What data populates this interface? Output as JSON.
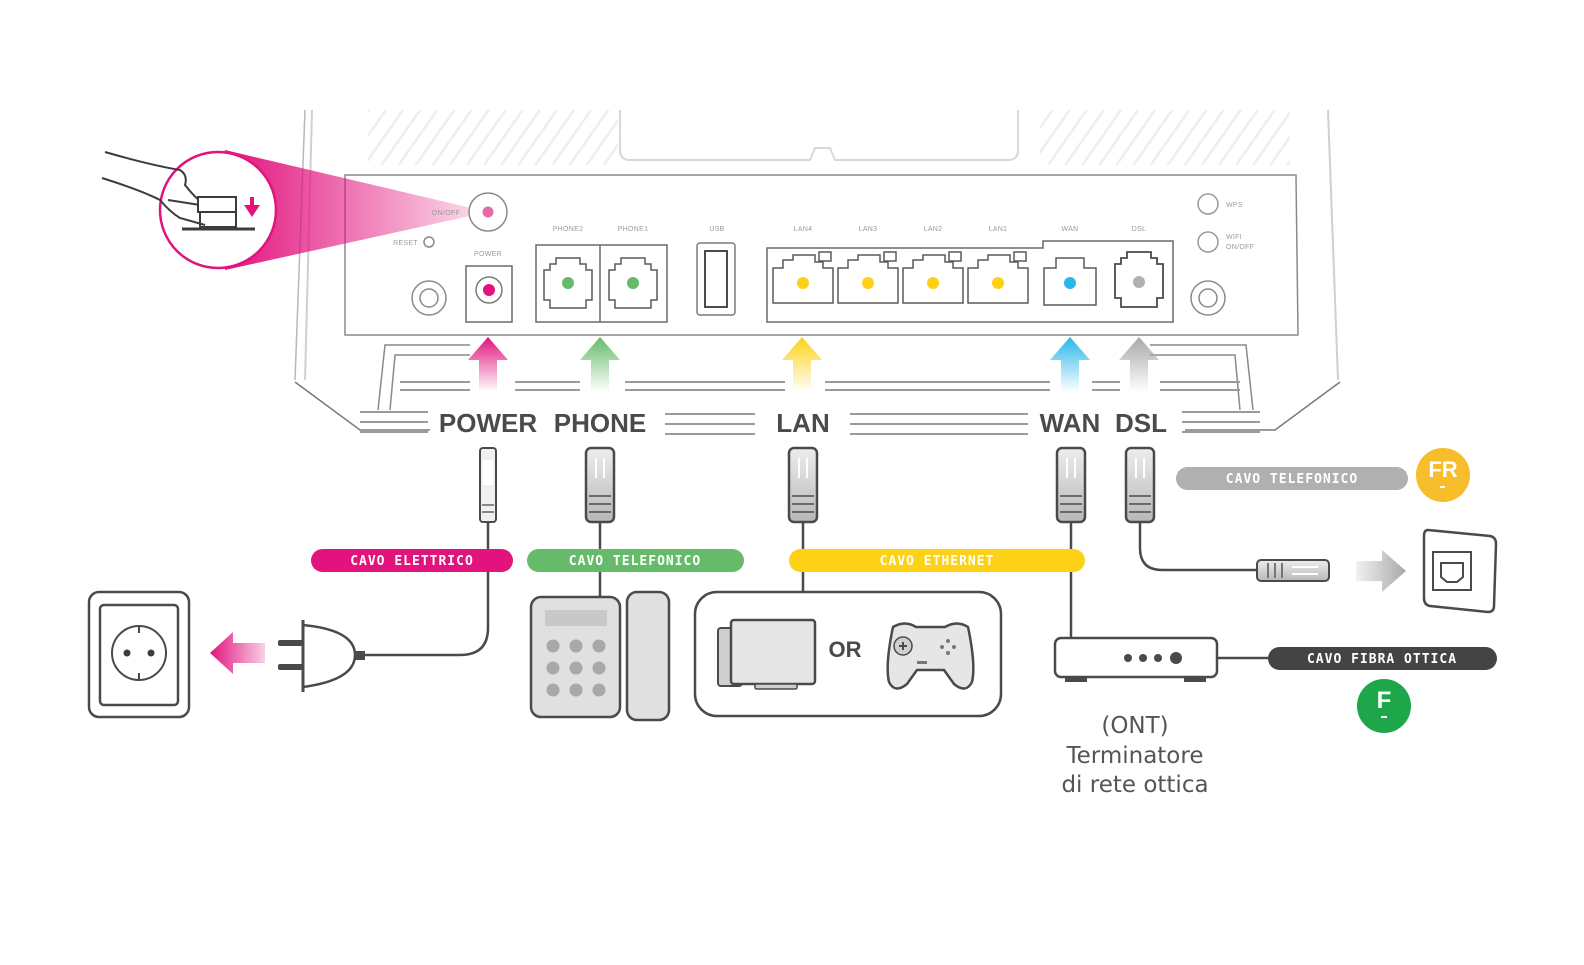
{
  "diagram": {
    "title": "Router rear panel connection guide",
    "colors": {
      "power": "#e2137d",
      "phone": "#66bb6a",
      "lan": "#fcd116",
      "wan": "#29b6e8",
      "dsl": "#a8a8a8",
      "fiber_pill": "#444444",
      "fr_badge": "#f8bd2b",
      "f_badge": "#1ea64a",
      "outline": "#4a4a4a",
      "device_fill": "#dcdcdc"
    },
    "router": {
      "buttons": {
        "on_off": "ON/OFF",
        "reset": "RESET",
        "wps": "WPS",
        "wifi_on_off_line1": "WIFI",
        "wifi_on_off_line2": "ON/OFF"
      },
      "ports": {
        "power": "POWER",
        "phone2": "PHONE2",
        "phone1": "PHONE1",
        "usb": "USB",
        "lan4": "LAN4",
        "lan3": "LAN3",
        "lan2": "LAN2",
        "lan1": "LAN1",
        "wan": "WAN",
        "dsl": "DSL"
      }
    },
    "port_groups": {
      "power": "POWER",
      "phone": "PHONE",
      "lan": "LAN",
      "wan": "WAN",
      "dsl": "DSL"
    },
    "cables": {
      "power": "CAVO ELETTRICO",
      "phone": "CAVO TELEFONICO",
      "ethernet": "CAVO ETHERNET",
      "dsl_phone": "CAVO TELEFONICO",
      "fiber": "CAVO FIBRA OTTICA"
    },
    "badges": {
      "fr": "FR",
      "f": "F"
    },
    "devices": {
      "or_label": "OR",
      "ont_line1": "(ONT)",
      "ont_line2": "Terminatore",
      "ont_line3": "di rete ottica"
    }
  }
}
